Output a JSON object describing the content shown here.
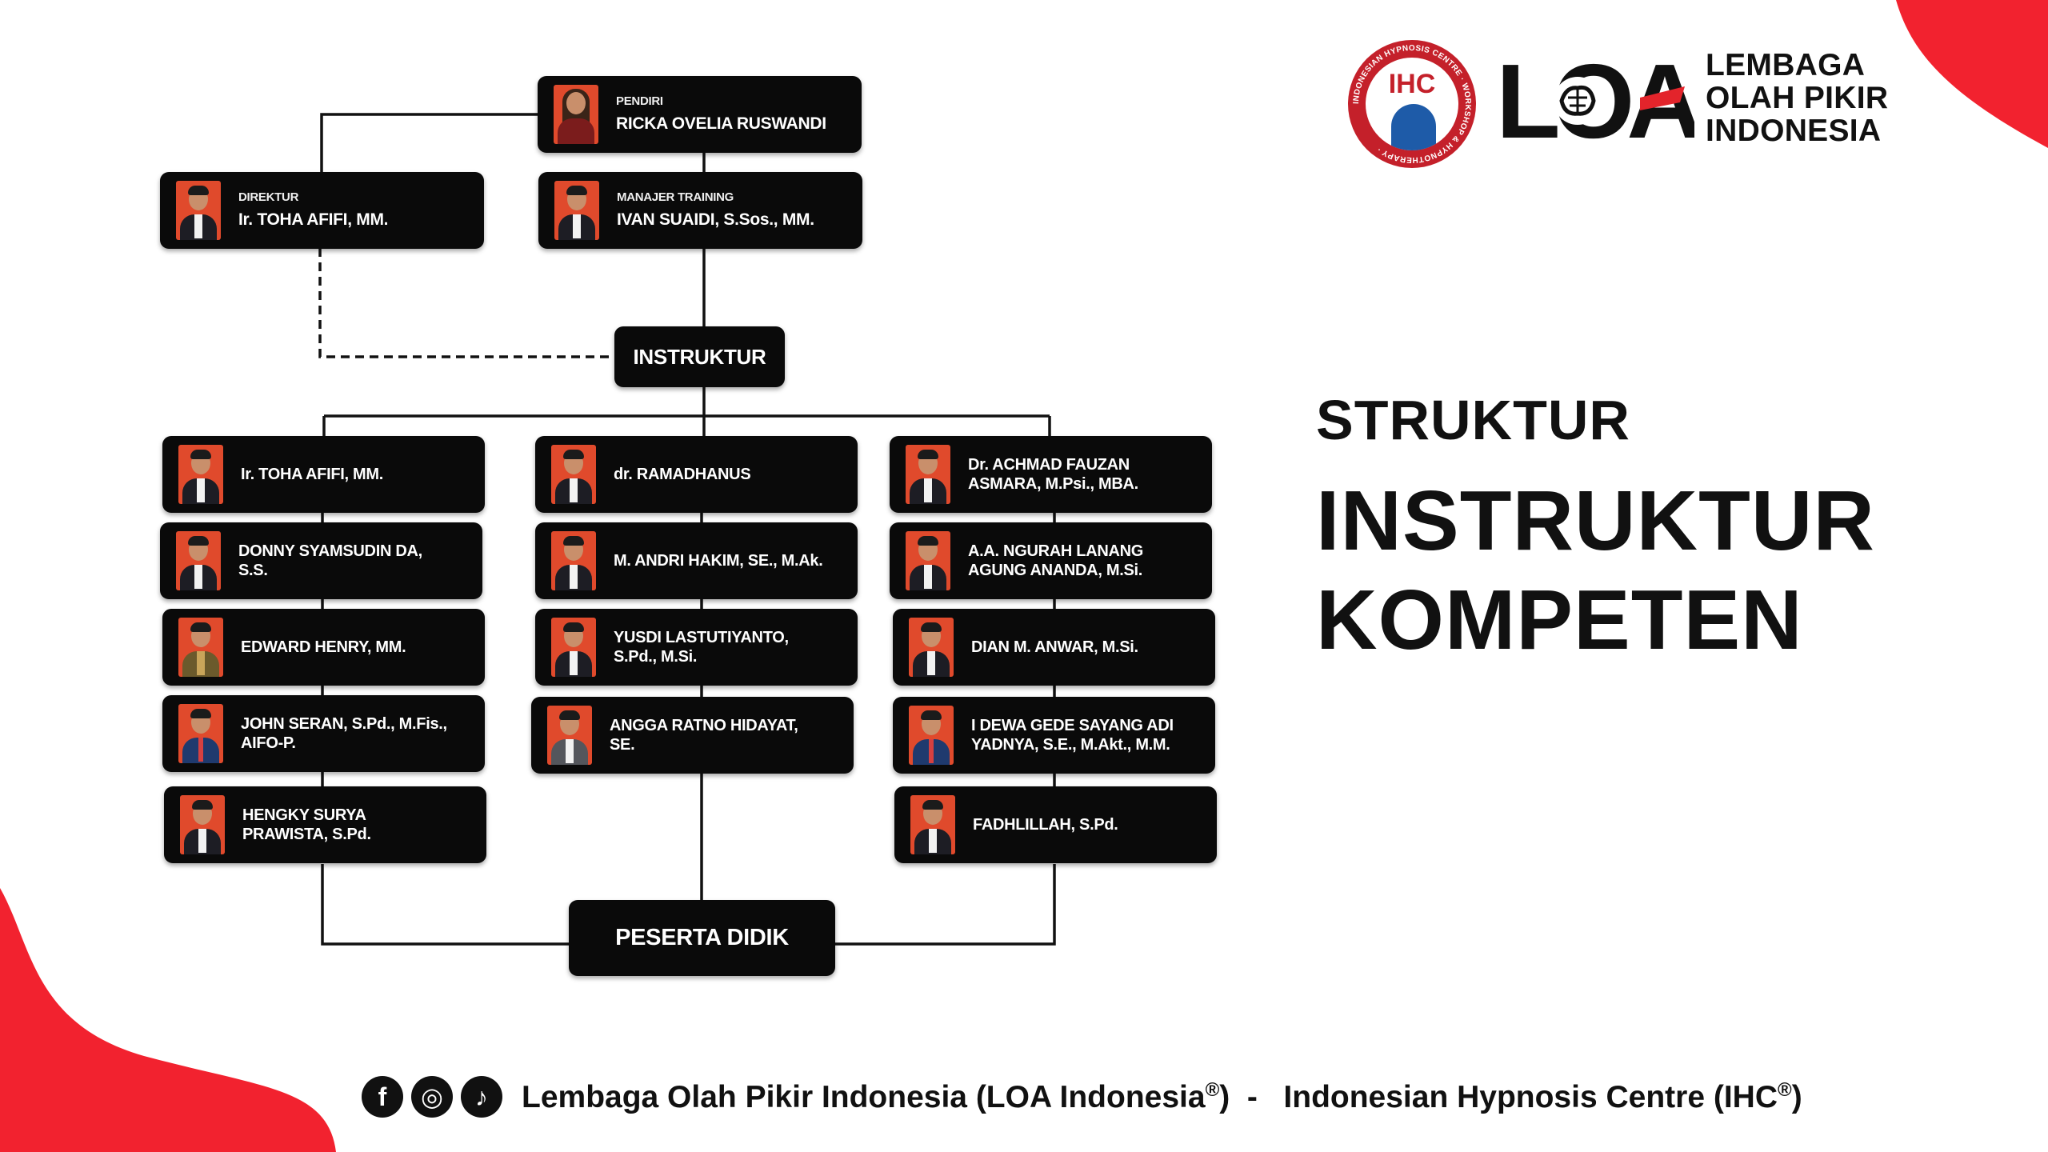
{
  "colors": {
    "accent_red": "#f2222f",
    "box_bg": "#0a0a0a",
    "text_dark": "#111111"
  },
  "logos": {
    "ihc": {
      "label": "IHC",
      "ring_text": "INDONESIAN HYPNOSIS CENTRE · WORKSHOP & HYPNOTHERAPY ·"
    },
    "loa": {
      "mark": "LOA",
      "line1": "LEMBAGA",
      "line2": "OLAH PIKIR",
      "line3": "INDONESIA"
    }
  },
  "heading": {
    "line1": "STRUKTUR",
    "line2": "INSTRUKTUR",
    "line3": "KOMPETEN"
  },
  "org": {
    "pendiri": {
      "role": "PENDIRI",
      "name": "RICKA OVELIA RUSWANDI"
    },
    "direktur": {
      "role": "DIREKTUR",
      "name": "Ir. TOHA AFIFI, MM."
    },
    "manajer": {
      "role": "MANAJER TRAINING",
      "name": "IVAN SUAIDI, S.Sos., MM."
    },
    "instruktur_label": "INSTRUKTUR",
    "peserta_label": "PESERTA DIDIK",
    "col1": [
      {
        "l1": "Ir. TOHA AFIFI, MM.",
        "l2": ""
      },
      {
        "l1": "DONNY SYAMSUDIN DA,",
        "l2": "S.S."
      },
      {
        "l1": "EDWARD HENRY, MM.",
        "l2": ""
      },
      {
        "l1": "JOHN SERAN, S.Pd., M.Fis.,",
        "l2": "AIFO-P."
      },
      {
        "l1": "HENGKY SURYA",
        "l2": "PRAWISTA, S.Pd."
      }
    ],
    "col2": [
      {
        "l1": "dr. RAMADHANUS",
        "l2": ""
      },
      {
        "l1": "M. ANDRI HAKIM, SE., M.Ak.",
        "l2": ""
      },
      {
        "l1": "YUSDI LASTUTIYANTO,",
        "l2": "S.Pd., M.Si."
      },
      {
        "l1": "ANGGA RATNO HIDAYAT,",
        "l2": "SE."
      }
    ],
    "col3": [
      {
        "l1": "Dr. ACHMAD FAUZAN",
        "l2": "ASMARA, M.Psi., MBA."
      },
      {
        "l1": "A.A. NGURAH LANANG",
        "l2": "AGUNG ANANDA, M.Si."
      },
      {
        "l1": "DIAN M. ANWAR, M.Si.",
        "l2": ""
      },
      {
        "l1": "I DEWA GEDE SAYANG ADI",
        "l2": "YADNYA, S.E., M.Akt., M.M."
      },
      {
        "l1": "FADHLILLAH, S.Pd.",
        "l2": ""
      }
    ]
  },
  "footer": {
    "social_icons": [
      "facebook-icon",
      "instagram-icon",
      "tiktok-icon"
    ],
    "social_glyphs": [
      "f",
      "◎",
      "♪"
    ],
    "left_text": "Lembaga Olah Pikir Indonesia (LOA Indonesia",
    "reg": "®",
    "left_close": ")",
    "separator": "  -   ",
    "right_text": "Indonesian Hypnosis Centre (IHC",
    "right_close": ")"
  }
}
